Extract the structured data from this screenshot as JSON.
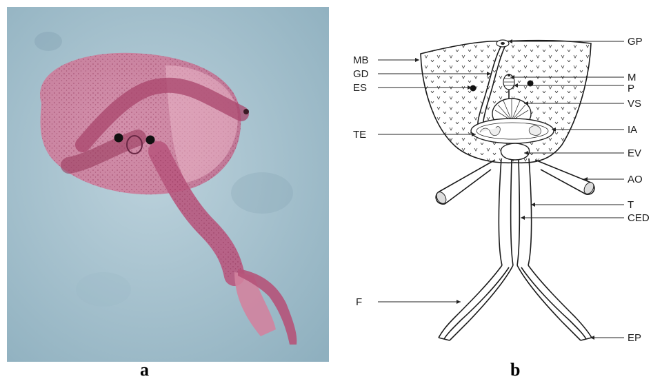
{
  "panels": [
    {
      "id": "a",
      "label": "a"
    },
    {
      "id": "b",
      "label": "b"
    }
  ],
  "labels": {
    "MB": "MB",
    "GD": "GD",
    "ES": "ES",
    "TE": "TE",
    "F": "F",
    "GP": "GP",
    "M": "M",
    "P": "P",
    "VS": "VS",
    "IA": "IA",
    "EV": "EV",
    "AO": "AO",
    "T": "T",
    "CED": "CED",
    "EP": "EP"
  },
  "colors": {
    "photo_background": "#a9c3cf",
    "specimen_pink": "#c9708f",
    "specimen_dark": "#9a3a5e",
    "ink": "#1a1a1a"
  }
}
